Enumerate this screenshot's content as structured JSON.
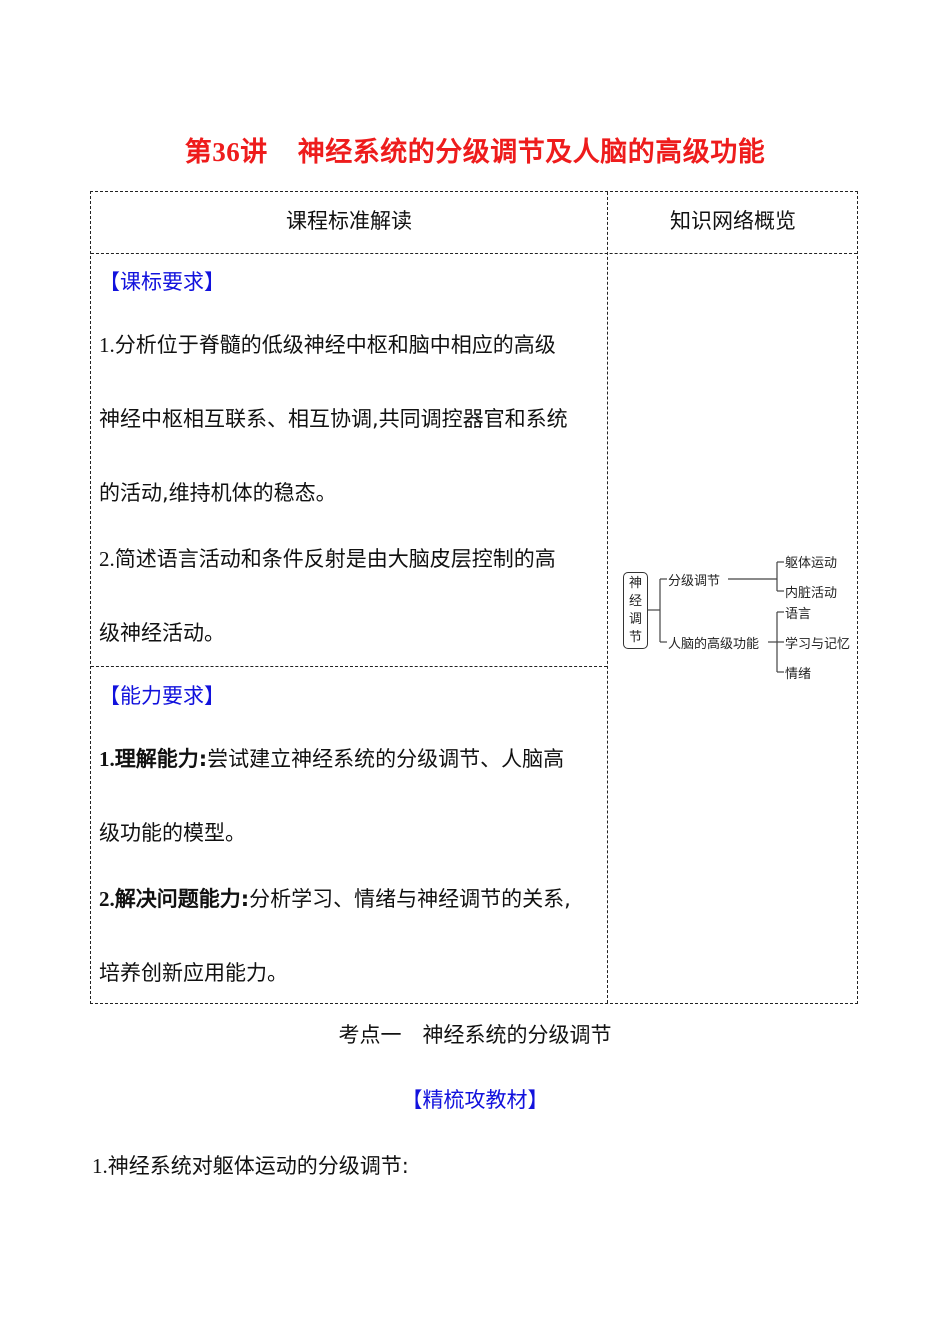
{
  "title": {
    "prefix": "第",
    "number": "36",
    "suffix": "讲",
    "topic": "神经系统的分级调节及人脑的高级功能"
  },
  "table": {
    "headers": [
      "课程标准解读",
      "知识网络概览"
    ],
    "curriculum": {
      "section_label": "【课标要求】",
      "items": [
        {
          "num": "1.",
          "lines": [
            "分析位于脊髓的低级神经中枢和脑中相应的高级",
            "神经中枢相互联系、相互协调,共同调控器官和系统",
            "的活动,维持机体的稳态。"
          ]
        },
        {
          "num": "2.",
          "lines": [
            "简述语言活动和条件反射是由大脑皮层控制的高",
            "级神经活动。"
          ]
        }
      ]
    },
    "ability": {
      "section_label": "【能力要求】",
      "items": [
        {
          "num": "1.",
          "bold": "理解能力:",
          "lines": [
            "尝试建立神经系统的分级调节、人脑高",
            "级功能的模型。"
          ]
        },
        {
          "num": "2.",
          "bold": "解决问题能力:",
          "lines": [
            "分析学习、情绪与神经调节的关系,",
            "培养创新应用能力。"
          ]
        }
      ]
    },
    "knowledge_map": {
      "root": [
        "神",
        "经",
        "调",
        "节"
      ],
      "branches": [
        {
          "label": "分级调节",
          "children": [
            "躯体运动",
            "内脏活动"
          ]
        },
        {
          "label": "人脑的高级功能",
          "children": [
            "语言",
            "学习与记忆",
            "情绪"
          ]
        }
      ]
    }
  },
  "section": {
    "heading": "考点一　神经系统的分级调节",
    "subheading": "【精梳攻教材】",
    "first_point_num": "1.",
    "first_point": "神经系统对躯体运动的分级调节:"
  }
}
